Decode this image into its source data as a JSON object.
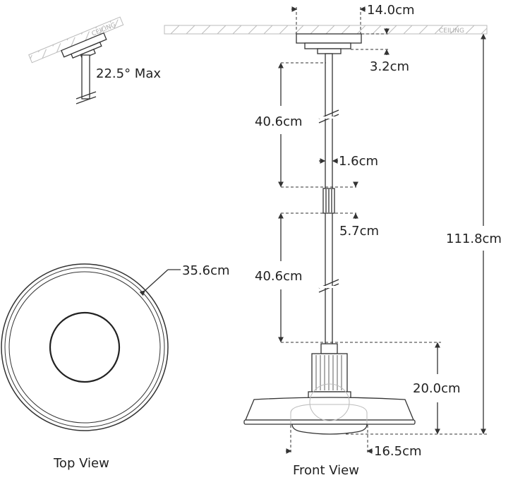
{
  "labels": {
    "ceiling": "CEILING",
    "tilt": "22.5° Max",
    "canopy_width": "14.0cm",
    "canopy_height": "3.2cm",
    "stem_upper_length": "40.6cm",
    "stem_diameter": "1.6cm",
    "coupler_height": "5.7cm",
    "stem_lower_length": "40.6cm",
    "shade_height": "20.0cm",
    "overall_height": "111.8cm",
    "diffuser_width": "16.5cm",
    "shade_diameter": "35.6cm",
    "top_view": "Top View",
    "front_view": "Front View"
  },
  "colors": {
    "line": "#333333",
    "ceiling_hatch": "#bbbbbb"
  }
}
